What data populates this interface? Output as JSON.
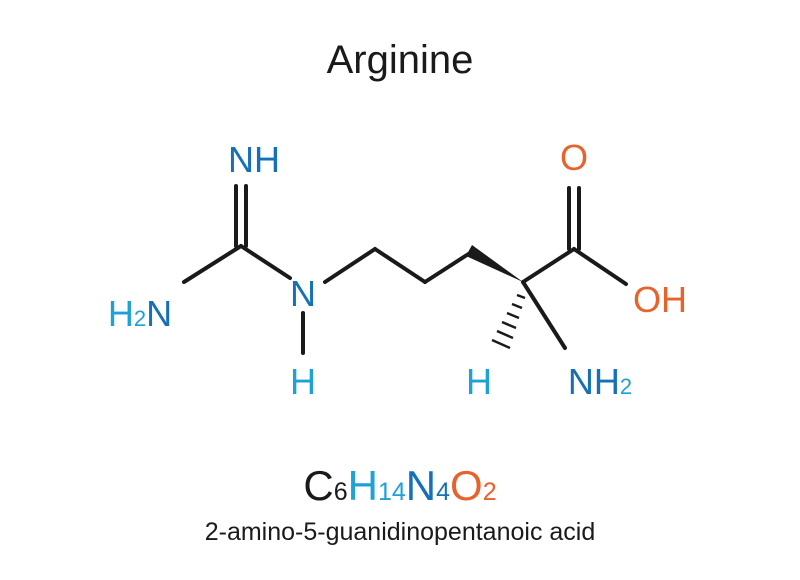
{
  "title": "Arginine",
  "atoms": {
    "imine_nh": "NH",
    "amidine_h2n": {
      "main": "H",
      "sub": "2",
      "tail": "N"
    },
    "guanidino_n": "N",
    "guanidino_h": "H",
    "carbonyl_o": "O",
    "hydroxyl_oh": "OH",
    "alpha_h": "H",
    "amine_nh2": {
      "main": "NH",
      "sub": "2"
    }
  },
  "formula": [
    {
      "t": "C",
      "sub": "6",
      "color": "#1a1a1a"
    },
    {
      "t": "H",
      "sub": "14",
      "color": "#1fa0d6"
    },
    {
      "t": "N",
      "sub": "4",
      "color": "#1570b8"
    },
    {
      "t": "O",
      "sub": "2",
      "color": "#e8622c"
    }
  ],
  "iupac_name": "2-amino-5-guanidinopentanoic acid",
  "colors": {
    "nitrogen": "#1570b8",
    "hydrogen": "#1fa0d6",
    "oxygen": "#e8622c",
    "carbon_bonds": "#1a1a1a"
  }
}
